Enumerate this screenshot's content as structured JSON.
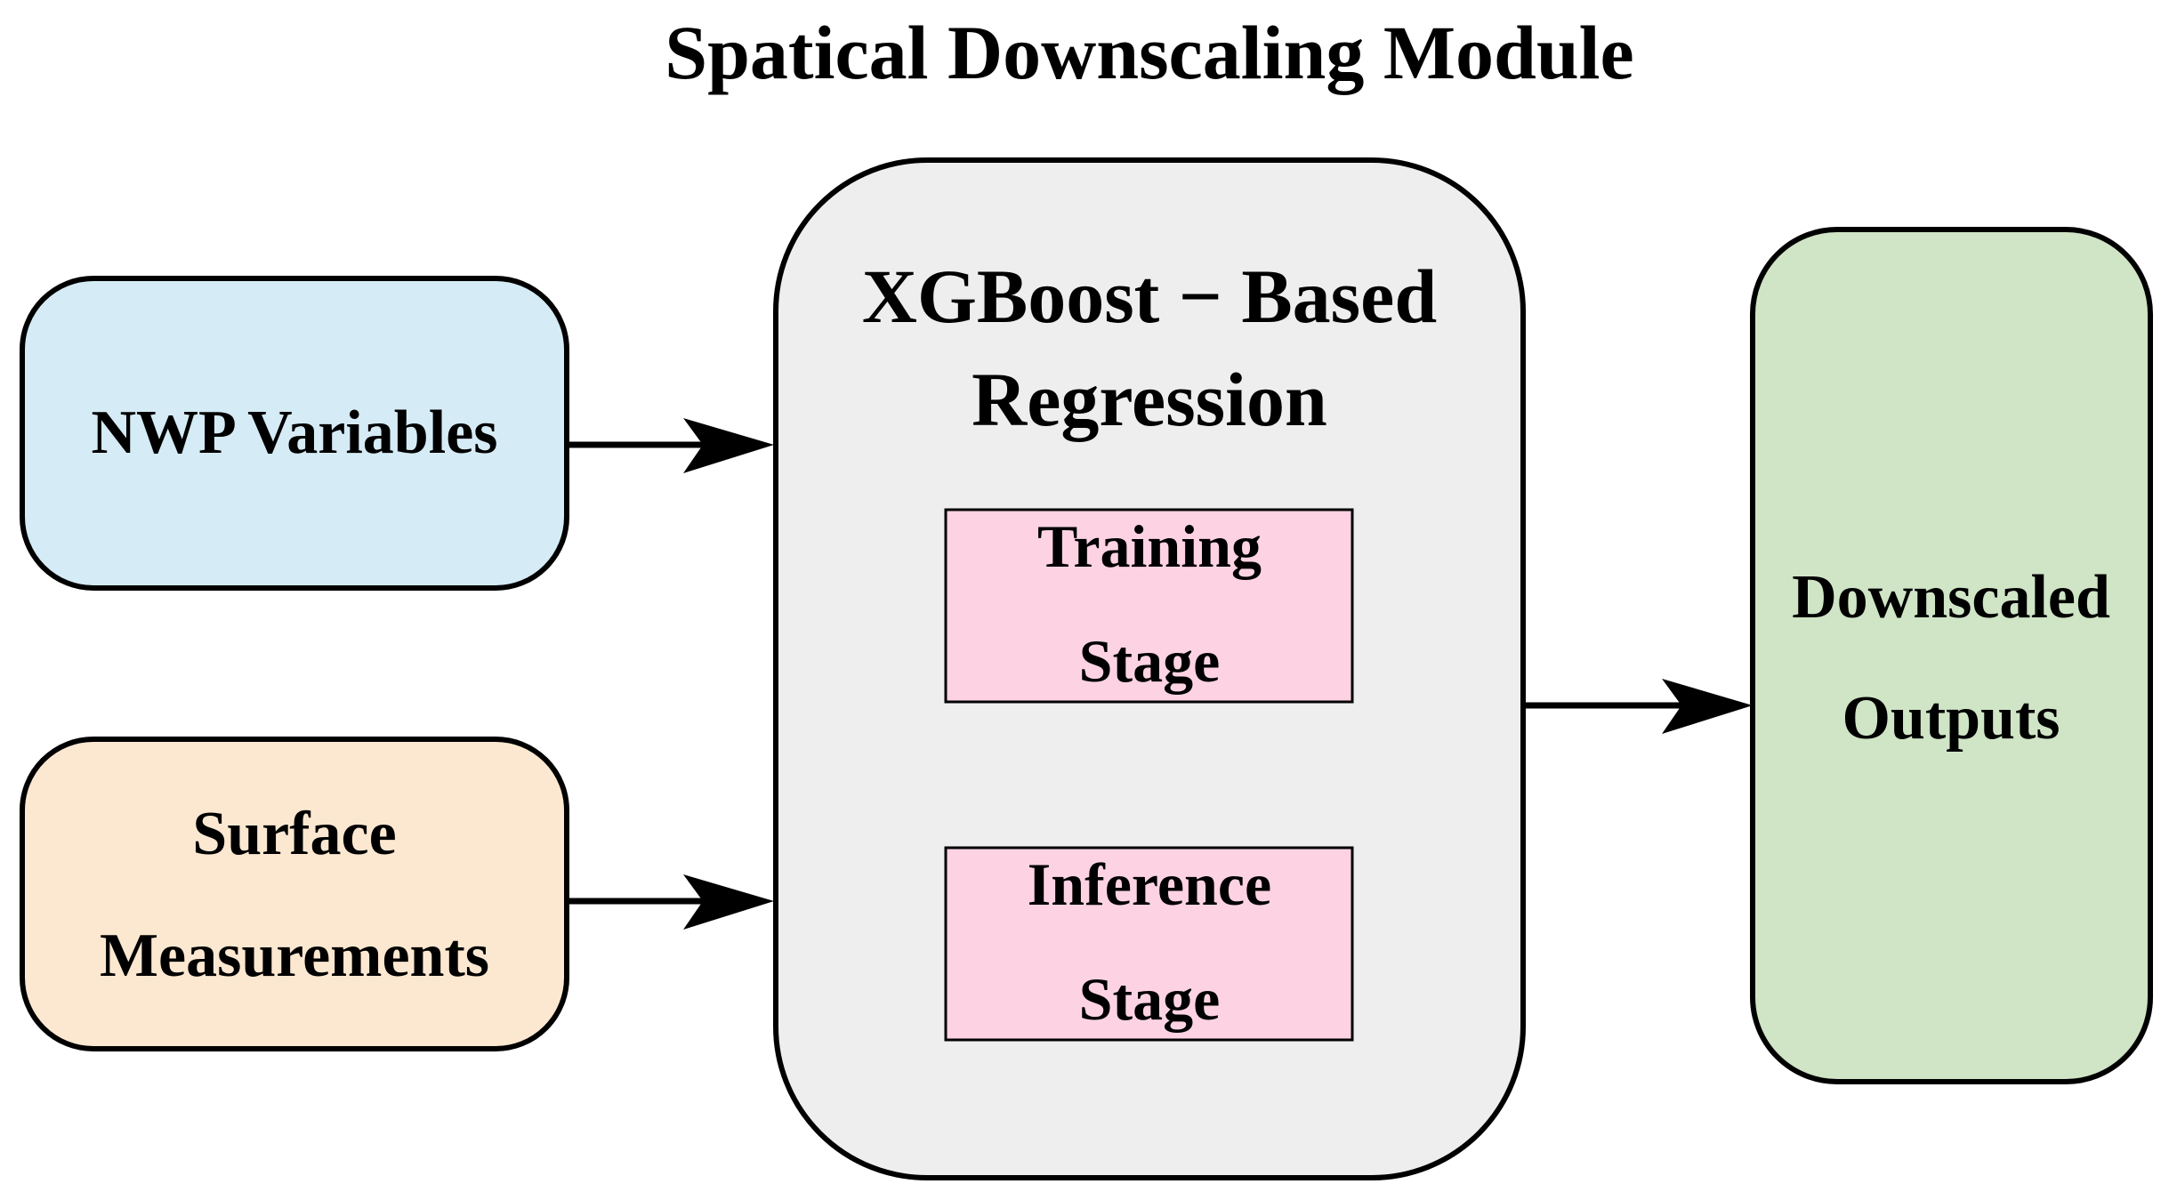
{
  "diagram": {
    "title": "Spatical Downscaling Module",
    "inputs": [
      {
        "id": "nwp",
        "lines": [
          "NWP Variables"
        ],
        "fill": "#d5ebf5"
      },
      {
        "id": "surface",
        "lines": [
          "Surface",
          "Measurements"
        ],
        "fill": "#fce8d1"
      }
    ],
    "model": {
      "lines": [
        "XGBoost − Based",
        "Regression"
      ],
      "fill": "#eeeeee",
      "stages": [
        {
          "id": "training",
          "lines": [
            "Training",
            "Stage"
          ],
          "fill": "#fdd3e3"
        },
        {
          "id": "inference",
          "lines": [
            "Inference",
            "Stage"
          ],
          "fill": "#fdd3e3"
        }
      ]
    },
    "output": {
      "lines": [
        "Downscaled",
        "Outputs"
      ],
      "fill": "#cfe5c6"
    },
    "stroke_color": "#000000"
  }
}
